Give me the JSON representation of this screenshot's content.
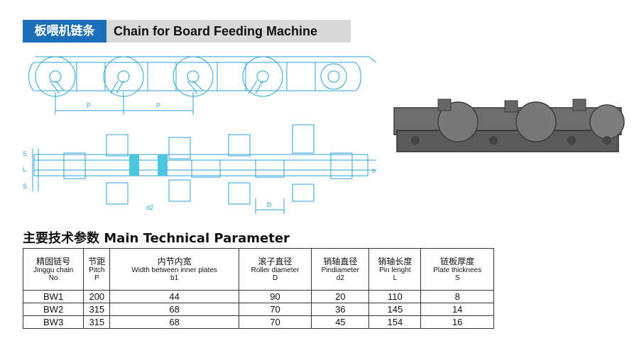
{
  "header": {
    "title_cn": "板喂机链条",
    "title_en": "Chain for Board Feeding Machine"
  },
  "drawing": {
    "pitch_label_1": "P",
    "pitch_label_2": "P",
    "label_s_top": "S",
    "label_s_bottom": "S",
    "label_l": "L",
    "label_b1": "b1",
    "label_d2": "d2",
    "label_d": "D"
  },
  "parameters": {
    "title": "主要技术参数 Main Technical Parameter",
    "columns": [
      {
        "cn": "精固链号",
        "en": "Jinggu chain",
        "sym": "No"
      },
      {
        "cn": "节距",
        "en": "Pitch",
        "sym": "P"
      },
      {
        "cn": "内节内宽",
        "en": "Width between inner plates",
        "sym": "b1"
      },
      {
        "cn": "滚子直径",
        "en": "Roller diameter",
        "sym": "D"
      },
      {
        "cn": "销轴直径",
        "en": "Pindiameter",
        "sym": "d2"
      },
      {
        "cn": "销轴长度",
        "en": "Pin lenght",
        "sym": "L"
      },
      {
        "cn": "链板厚度",
        "en": "Plate thicknees",
        "sym": "S"
      }
    ],
    "rows": [
      [
        "BW1",
        "200",
        "44",
        "90",
        "20",
        "110",
        "8"
      ],
      [
        "BW2",
        "315",
        "68",
        "70",
        "36",
        "145",
        "14"
      ],
      [
        "BW3",
        "315",
        "68",
        "70",
        "45",
        "154",
        "16"
      ]
    ]
  },
  "colors": {
    "accent": "#1b6fb8",
    "title_bg": "#d9d9d9",
    "drawing_line": "#29a3d6",
    "highlight": "#4cc6e0"
  }
}
